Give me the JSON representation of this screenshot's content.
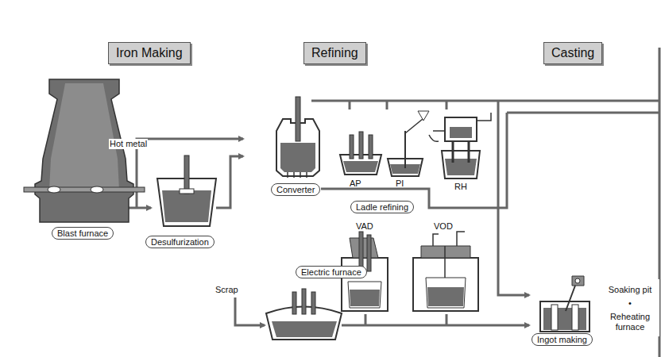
{
  "diagram": {
    "nodes": [
      {
        "text": [
          "Iron Making"
        ]
      },
      {
        "text": [
          "Refining"
        ]
      },
      {
        "text": [
          "Casting"
        ]
      },
      {
        "text": [
          "Blast furnace"
        ]
      },
      {
        "text": [
          "Desulfurization"
        ]
      },
      {
        "text": [
          "Converter"
        ]
      },
      {
        "text": [
          "Ladle refining"
        ]
      },
      {
        "text": [
          "Electric furnace"
        ]
      },
      {
        "text": [
          "Ingot making"
        ]
      }
    ],
    "labels": [
      "Hot metal",
      "AP",
      "PI",
      "RH",
      "VAD",
      "VOD",
      "Scrap",
      "Soaking pit",
      "•",
      "Reheating furnace"
    ]
  }
}
